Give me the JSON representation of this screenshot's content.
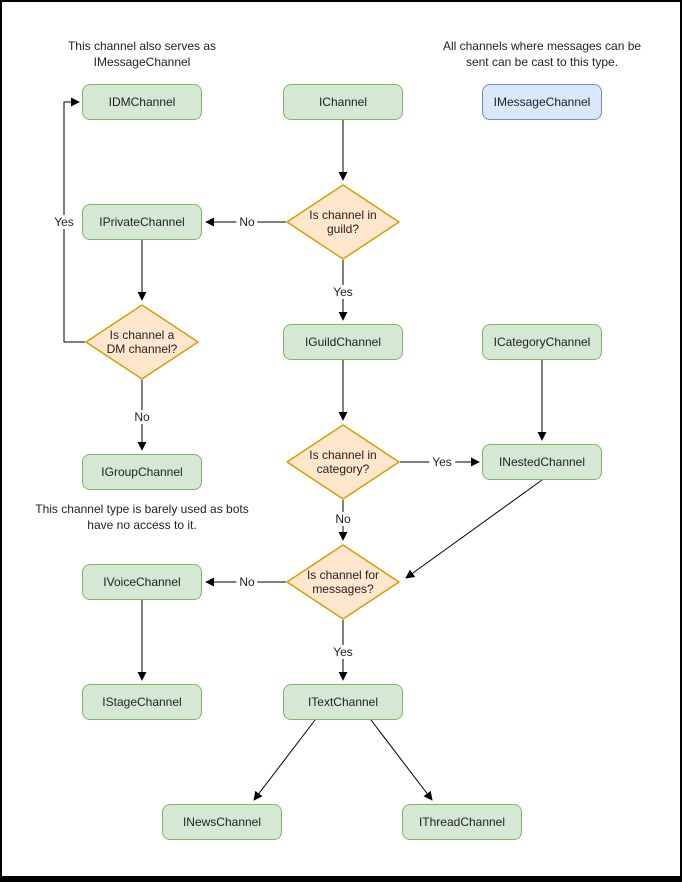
{
  "annotations": [
    "This channel also serves as IMessageChannel",
    "All channels where messages can be sent can be cast to this type.",
    "This channel type is barely used as bots have no access to it."
  ],
  "nodes": {
    "idm": {
      "label": "IDMChannel"
    },
    "ichannel": {
      "label": "IChannel"
    },
    "imessage": {
      "label": "IMessageChannel"
    },
    "iprivate": {
      "label": "IPrivateChannel"
    },
    "iguild": {
      "label": "IGuildChannel"
    },
    "icategory": {
      "label": "ICategoryChannel"
    },
    "igroup": {
      "label": "IGroupChannel"
    },
    "inested": {
      "label": "INestedChannel"
    },
    "ivoice": {
      "label": "IVoiceChannel"
    },
    "istage": {
      "label": "IStageChannel"
    },
    "itext": {
      "label": "ITextChannel"
    },
    "inews": {
      "label": "INewsChannel"
    },
    "ithread": {
      "label": "IThreadChannel"
    }
  },
  "decisions": {
    "guild": {
      "label": "Is channel in guild?"
    },
    "dm": {
      "label": "Is channel a DM channel?"
    },
    "category": {
      "label": "Is channel in category?"
    },
    "messages": {
      "label": "Is channel for messages?"
    }
  },
  "edge_labels": {
    "guild_no": "No",
    "guild_yes": "Yes",
    "dm_yes": "Yes",
    "dm_no": "No",
    "category_yes": "Yes",
    "category_no": "No",
    "messages_no": "No",
    "messages_yes": "Yes"
  },
  "colors": {
    "node_fill": "#d5e8d4",
    "node_stroke": "#82b366",
    "decision_fill": "#ffe6cc",
    "decision_stroke": "#d79b00",
    "message_fill": "#dae8fc",
    "message_stroke": "#6c8ebf",
    "connector": "#000000",
    "background": "#ffffff"
  }
}
